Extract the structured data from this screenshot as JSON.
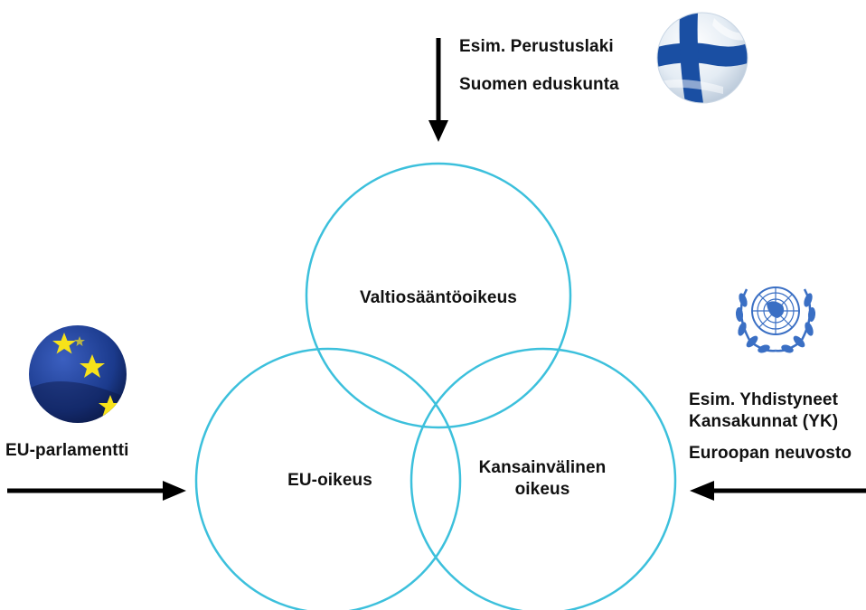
{
  "circles": {
    "top": {
      "label": "Valtiosääntöoikeus"
    },
    "left": {
      "label": "EU-oikeus"
    },
    "right": {
      "label_line1": "Kansainvälinen",
      "label_line2": "oikeus"
    }
  },
  "top_source": {
    "line1": "Esim. Perustuslaki",
    "line2": "Suomen eduskunta",
    "icon": "finland-flag-icon"
  },
  "left_source": {
    "line1": "EU-parlamentti",
    "icon": "eu-flag-icon"
  },
  "right_source": {
    "line1": "Esim. Yhdistyneet",
    "line2": "Kansakunnat (YK)",
    "line3": "Euroopan neuvosto",
    "icon": "un-emblem-icon"
  },
  "colors": {
    "circle_stroke": "#3cc0dc",
    "arrow": "#000000",
    "finland_blue": "#1a4fa3",
    "eu_blue": "#1b3a8c",
    "eu_star": "#f7e21a",
    "un_blue": "#3a6fc4"
  }
}
